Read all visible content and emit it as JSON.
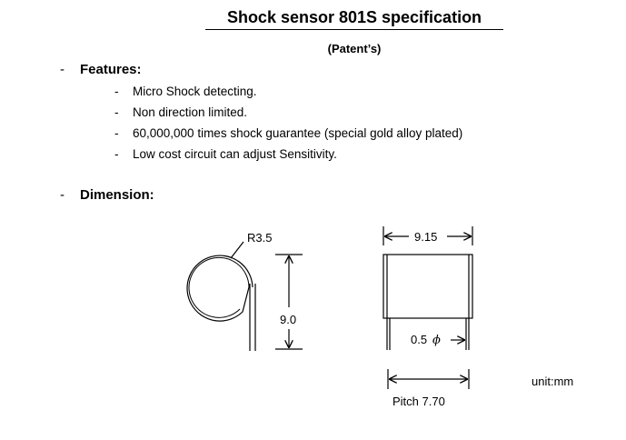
{
  "title": "Shock sensor 801S specification",
  "subtitle": "(Patent’s)",
  "features": {
    "bullet": "-",
    "heading": "Features:",
    "items": [
      "Micro Shock detecting.",
      "Non direction limited.",
      "60,000,000 times shock guarantee (special gold alloy plated)",
      "Low cost circuit can adjust Sensitivity."
    ]
  },
  "dimension": {
    "bullet": "-",
    "heading": "Dimension:",
    "side_view": {
      "radius_label": "R3.5",
      "height_label": "9.0"
    },
    "front_view": {
      "width_label": "9.15",
      "lead_label": "0.5",
      "lead_symbol": "ϕ",
      "pitch_label": "Pitch 7.70"
    },
    "unit": "unit:mm"
  }
}
